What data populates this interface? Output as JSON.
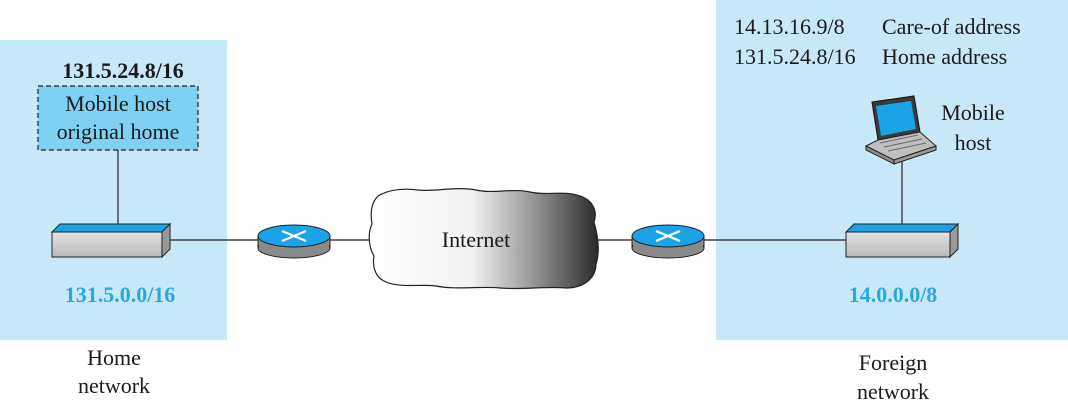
{
  "home": {
    "host_ip": "131.5.24.8/16",
    "host_label_line1": "Mobile host",
    "host_label_line2": "original home",
    "network_ip": "131.5.0.0/16",
    "caption_line1": "Home",
    "caption_line2": "network"
  },
  "internet": {
    "label": "Internet"
  },
  "foreign": {
    "careof_ip": "14.13.16.9/8",
    "careof_label": "Care-of address",
    "home_ip": "131.5.24.8/16",
    "home_label": "Home address",
    "host_label_line1": "Mobile",
    "host_label_line2": "host",
    "network_ip": "14.0.0.0/8",
    "caption_line1": "Foreign",
    "caption_line2": "network"
  },
  "colors": {
    "region_fill": "#c6e8f7",
    "host_box_fill": "#7fd0f2",
    "ip_blue": "#29a8e0",
    "device_top": "#1aa3e6"
  },
  "icons": {
    "switch": "switch-icon",
    "router": "router-icon",
    "cloud": "internet-cloud-icon",
    "laptop": "laptop-icon"
  }
}
